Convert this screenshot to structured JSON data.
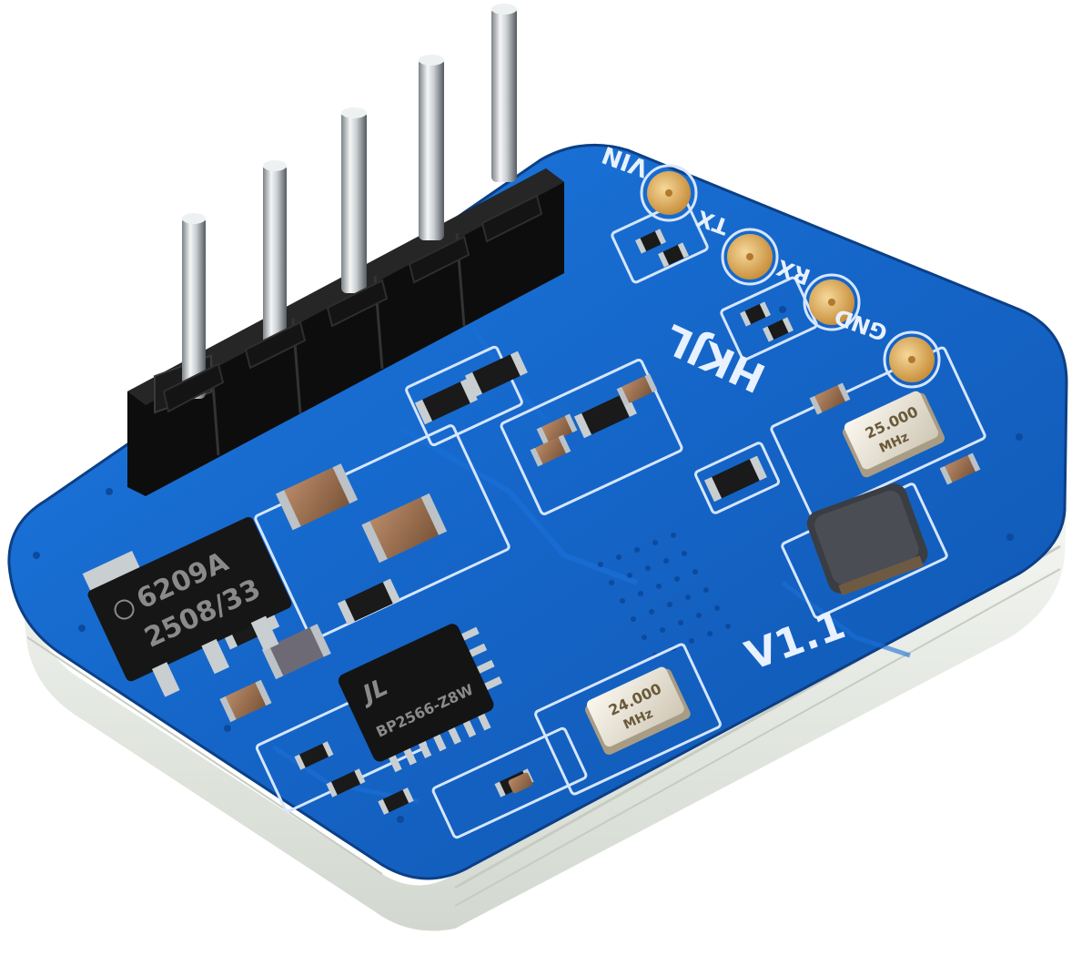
{
  "photo": {
    "subject": "blue PCB module with 5-pin header",
    "colors": {
      "background": "#ffffff",
      "board_blue": "#1565c8",
      "board_blue_dark": "#0e4a9e",
      "board_edge": "#e8ebe6",
      "pad_gold": "#e0b060",
      "pin_metal": "#d8dcdf",
      "header_black": "#141414"
    }
  },
  "silkscreen": {
    "vin_label": "VIN",
    "tx_label": "TX",
    "rx_label": "RX",
    "gnd_label": "GND",
    "brand_label": "HKJL",
    "version_label": "V1.1"
  },
  "regulator_chip": {
    "line1": "6209A",
    "line2": "2508/33"
  },
  "main_ic": {
    "logo": "JL",
    "marking": "BP2566-Z8W"
  },
  "crystal_top": {
    "line1": "25.000",
    "line2": "MHz"
  },
  "crystal_bottom": {
    "line1": "24.000",
    "line2": "MHz"
  },
  "header_pins": {
    "count": 5
  }
}
